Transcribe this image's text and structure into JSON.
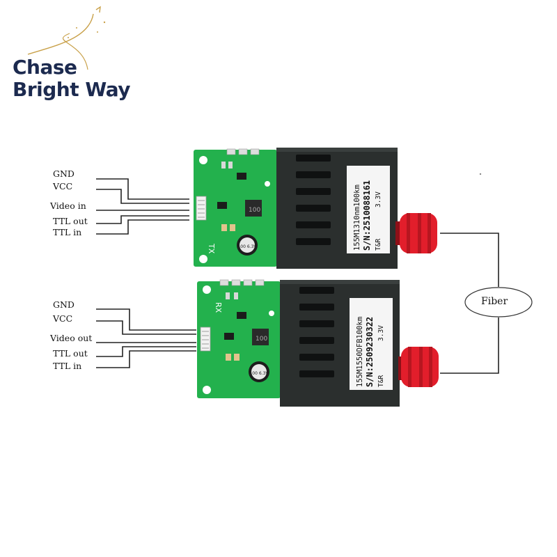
{
  "brand": {
    "line1": "Chase",
    "line2": "Bright Way",
    "accent_color": "#c9a14a",
    "text_color": "#1c2a4f"
  },
  "colors": {
    "pcb": "#23b14d",
    "module": "#2b2f2e",
    "connector": "#e21e2b",
    "wire": "#222222"
  },
  "tx_module": {
    "board_label": "TX",
    "chip_label": "100",
    "cap_label": "100 6.3V",
    "sticker": {
      "model": "155M1310nm100km",
      "serial": "S/N:2510088161",
      "voltage": "3.3V",
      "brand": "T&R"
    },
    "pins": [
      "GND",
      "VCC",
      "Video in",
      "TTL out",
      "TTL in"
    ]
  },
  "rx_module": {
    "board_label": "RX",
    "chip_label": "100",
    "cap_label": "100 6.3V",
    "sticker": {
      "model": "155M1550DFB100km",
      "serial": "S/N:2509230322",
      "voltage": "3.3V",
      "brand": "T&R"
    },
    "pins": [
      "GND",
      "VCC",
      "Video out",
      "TTL out",
      "TTL in"
    ]
  },
  "fiber_label": "Fiber"
}
